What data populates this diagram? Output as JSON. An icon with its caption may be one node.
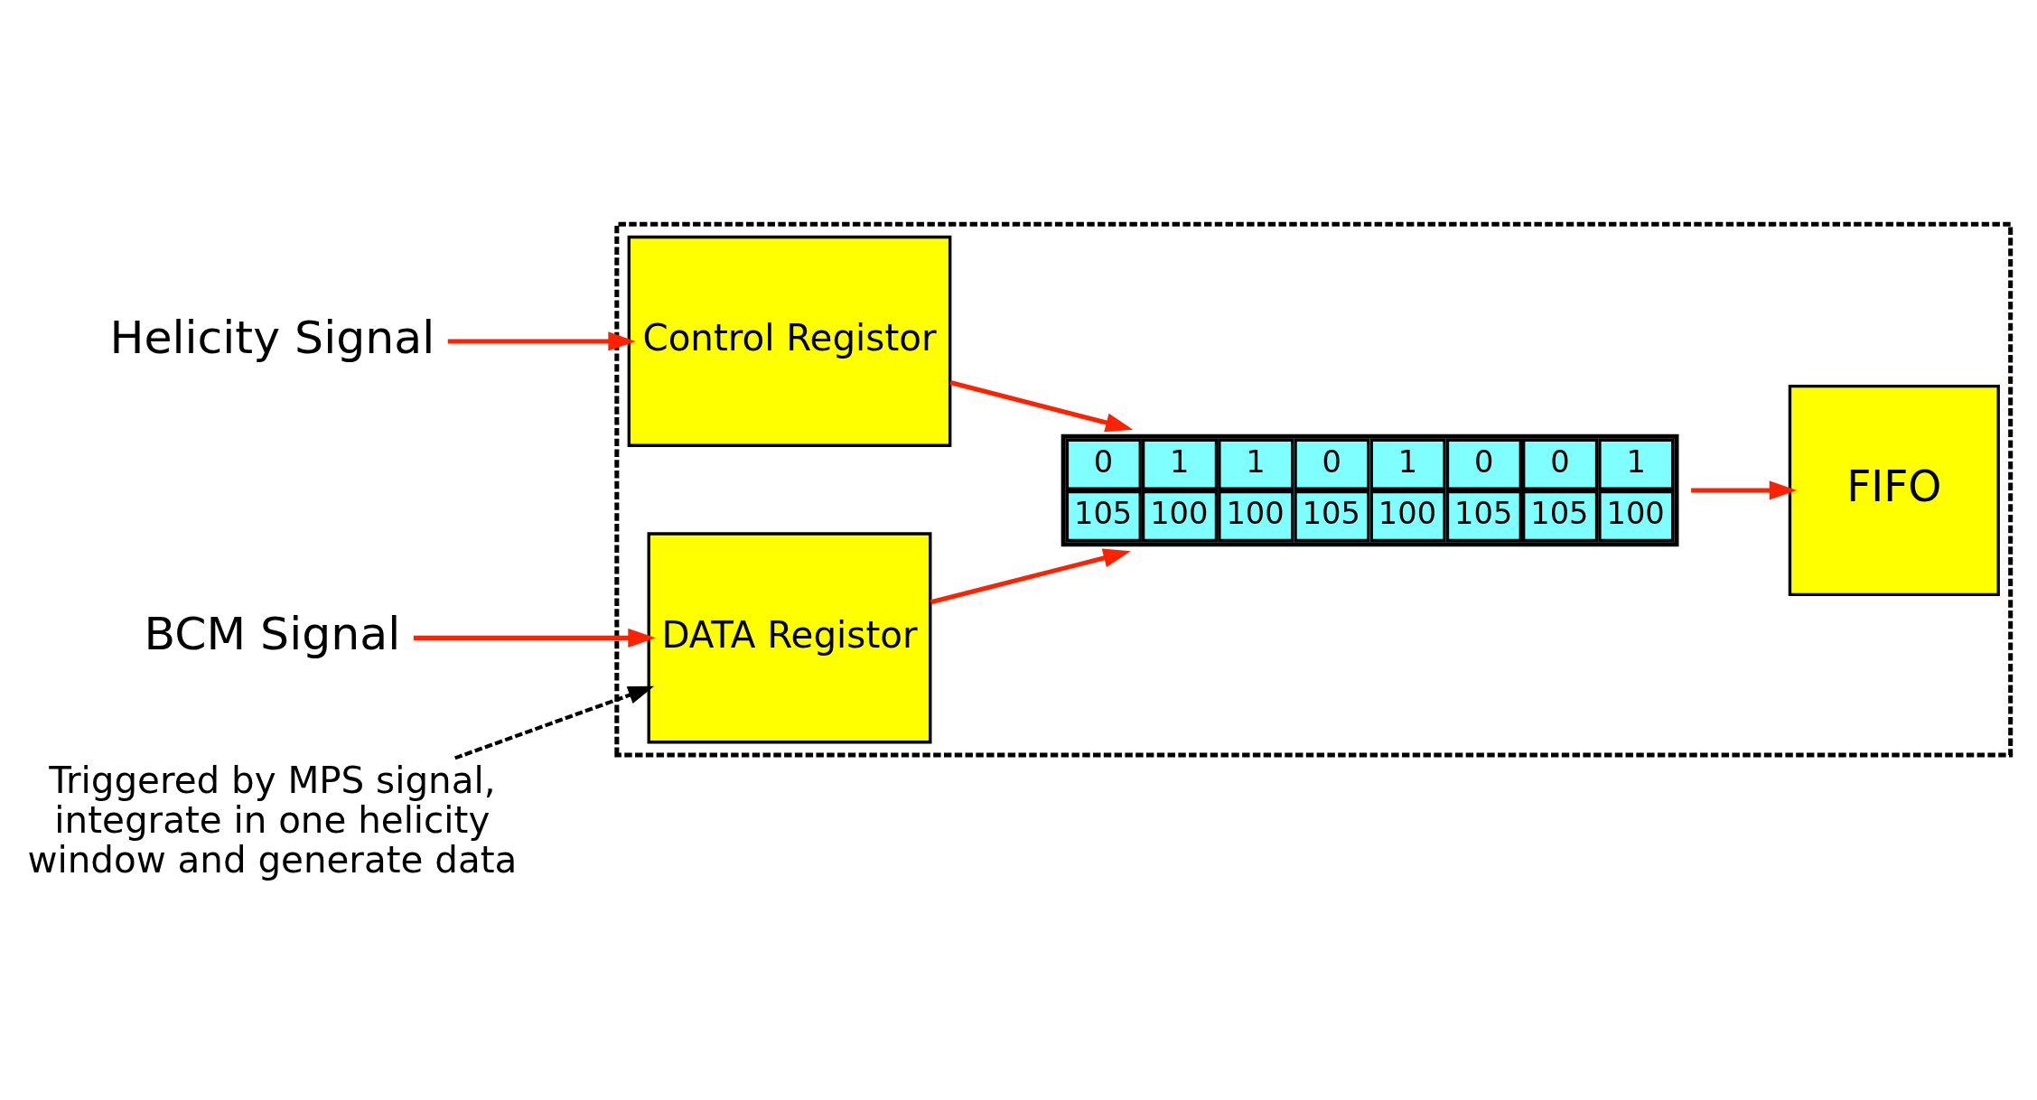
{
  "diagram": {
    "nodes": [
      {
        "text": [],
        "shape": "box"
      },
      {
        "text": [
          "Helicity Signal"
        ]
      },
      {
        "text": [
          "Control Registor"
        ],
        "in": 0
      },
      {
        "text": [
          "BCM Signal"
        ]
      },
      {
        "text": [
          "DATA Registor"
        ],
        "in": 0
      },
      {
        "text": [
          "0",
          "1",
          "1",
          "0",
          "1",
          "0",
          "0",
          "1",
          "105",
          "100",
          "100",
          "105",
          "100",
          "105",
          "105",
          "100"
        ],
        "in": 0
      },
      {
        "text": [
          "FIFO"
        ],
        "in": 0
      },
      {
        "text": [
          "Triggered by MPS signal, integrate in one helicity window and generate data"
        ]
      }
    ],
    "edges": [
      {
        "from": 1,
        "to": 2,
        "arrow": "to"
      },
      {
        "from": 3,
        "to": 4,
        "arrow": "to"
      },
      {
        "from": 2,
        "to": 5,
        "arrow": "to"
      },
      {
        "from": 4,
        "to": 5,
        "arrow": "to"
      },
      {
        "from": 5,
        "to": 6,
        "arrow": "to"
      },
      {
        "from": 7,
        "to": 4,
        "arrow": "to",
        "style": "dashed",
        "color": "#000000"
      }
    ]
  }
}
